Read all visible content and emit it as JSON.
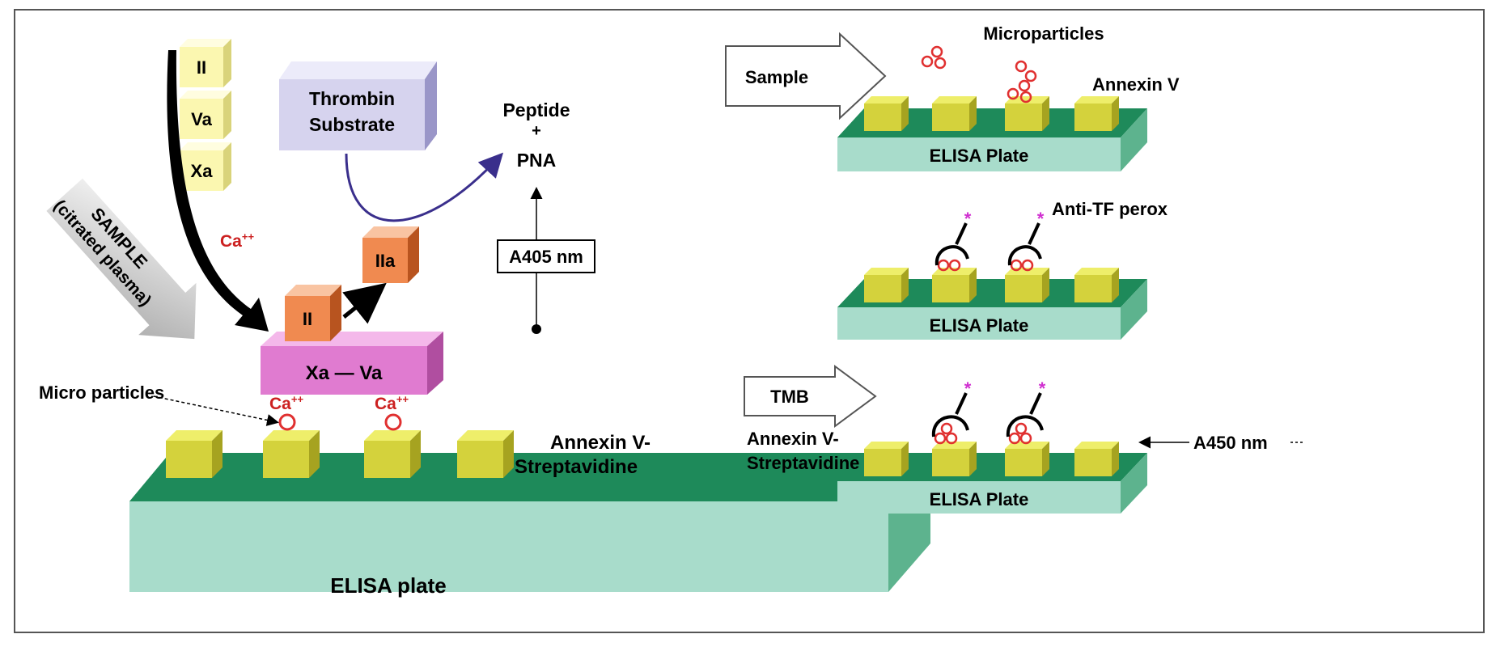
{
  "left_panel": {
    "factor_ii_label": "II",
    "factor_va_label": "Va",
    "factor_xa_label": "Xa",
    "thrombin_substrate_line1": "Thrombin",
    "thrombin_substrate_line2": "Substrate",
    "peptide_label": "Peptide",
    "plus_label": "+",
    "pna_label": "PNA",
    "a405_label": "A405 nm",
    "calcium_label": "Ca",
    "calcium_superscript": "++",
    "sample_line1": "SAMPLE",
    "sample_line2": "(citrated plasma)",
    "iia_label": "IIa",
    "bound_ii_label": "II",
    "complex_label": "Xa — Va",
    "micro_particles_label": "Micro particles",
    "annexin_label_line1": "Annexin V-",
    "annexin_label_line2": "Streptavidine",
    "plate_label": "ELISA  plate"
  },
  "right_panel": {
    "step1": {
      "sample_label": "Sample",
      "microparticles_label": "Microparticles",
      "annexin_label": "Annexin V",
      "plate_label": "ELISA Plate"
    },
    "step2": {
      "anti_tf_label": "Anti-TF perox",
      "plate_label": "ELISA Plate"
    },
    "step3": {
      "tmb_label": "TMB",
      "annexin_label_line1": "Annexin V-",
      "annexin_label_line2": "Streptavidine",
      "a450_label": "A450 nm",
      "plate_label": "ELISA Plate"
    }
  },
  "colors": {
    "plate_top": "#1e8a5a",
    "plate_side": "#a8dccb",
    "cube": "#d4d23c",
    "factor_cube": "#fbf7b0",
    "thrombin_box": "#d6d3ee",
    "orange_cube": "#f08a50",
    "complex": "#e07bd0",
    "particle": "#e03030",
    "calcium_text": "#cc2020",
    "curve": "#3a2f8c"
  }
}
